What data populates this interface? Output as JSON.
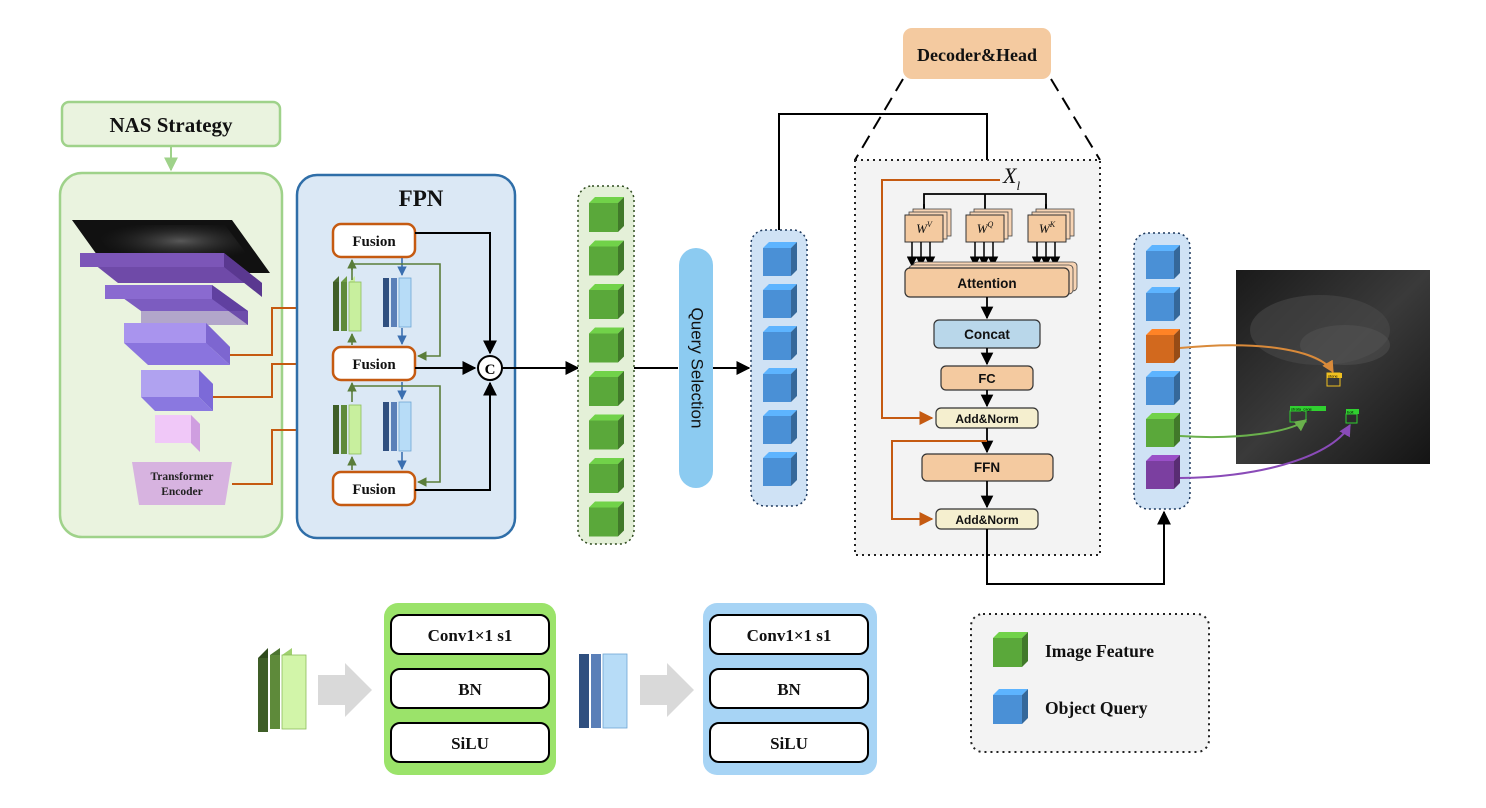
{
  "nas_strategy": {
    "label": "NAS Strategy"
  },
  "transformer_encoder": {
    "line1": "Transformer",
    "line2": "Encoder"
  },
  "fpn": {
    "title": "FPN",
    "fusion_labels": [
      "Fusion",
      "Fusion",
      "Fusion"
    ],
    "concat_symbol": "C"
  },
  "query_selection": {
    "label": "Query Selection"
  },
  "decoder_head": {
    "label": "Decoder&Head",
    "x_label": "X",
    "x_sub": "l",
    "w_labels": [
      {
        "base": "W",
        "sup": "V"
      },
      {
        "base": "W",
        "sup": "Q"
      },
      {
        "base": "W",
        "sup": "K"
      }
    ],
    "attention": "Attention",
    "concat": "Concat",
    "fc": "FC",
    "add_norm_1": "Add&Norm",
    "ffn": "FFN",
    "add_norm_2": "Add&Norm"
  },
  "detection_labels": [
    "stone",
    "strata_cage",
    "bolt"
  ],
  "conv_block_green": {
    "rows": [
      "Conv1×1 s1",
      "BN",
      "SiLU"
    ],
    "color": "#9be36a"
  },
  "conv_block_blue": {
    "rows": [
      "Conv1×1 s1",
      "BN",
      "SiLU"
    ],
    "color": "#a7d4f5"
  },
  "legend": {
    "image_feature": "Image Feature",
    "object_query": "Object Query"
  },
  "colors": {
    "green_panel": "#eaf3df",
    "green_border": "#9fd28a",
    "blue_panel": "#dbe8f5",
    "blue_border": "#2f6ea8",
    "orange": "#c55a11",
    "peach": "#f4caa0",
    "light_blue": "#8ccbf1",
    "purple": "#8b5cf6",
    "cube_green": "#5aa83a",
    "cube_blue": "#4a90d6",
    "cube_orange": "#d2691e",
    "cube_purple": "#7b3fa0"
  }
}
